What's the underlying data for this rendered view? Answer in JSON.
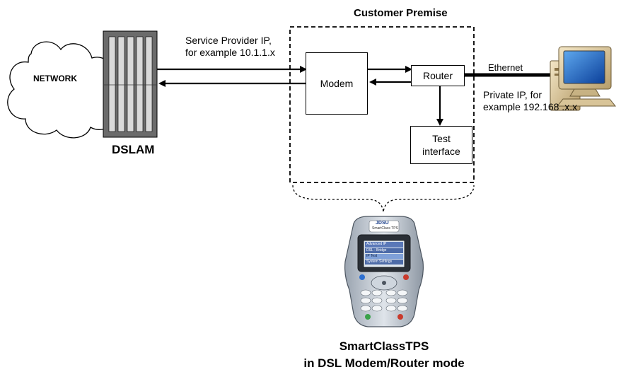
{
  "diagram": {
    "premise_title": "Customer Premise",
    "network_label": "NETWORK",
    "dslam_label": "DSLAM",
    "service_ip_line1": "Service Provider IP,",
    "service_ip_line2": "for example 10.1.1.x",
    "modem_label": "Modem",
    "router_label": "Router",
    "ethernet_label": "Ethernet",
    "private_ip_line1": "Private IP, for",
    "private_ip_line2": "example 192.168 .x.x",
    "test_line1": "Test",
    "test_line2": "interface",
    "device_title_line1": "SmartClassTPS",
    "device_title_line2": "in DSL Modem/Router mode"
  },
  "device_screen": {
    "brand": "JDSU",
    "model": "SmartClass TPS",
    "menu": [
      "Advanced IP",
      "DSL - Bridge",
      "IP Test",
      "System Settings"
    ]
  }
}
